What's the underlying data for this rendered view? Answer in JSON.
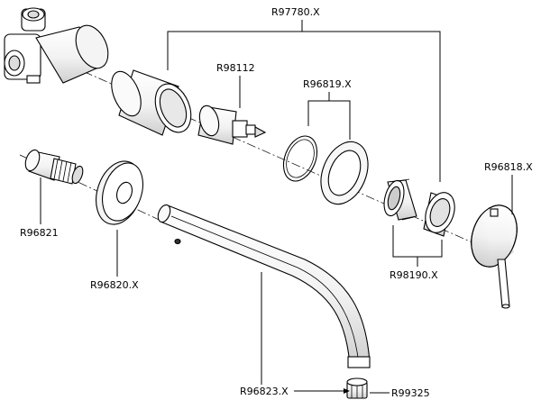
{
  "labels": {
    "r97780": "R97780.X",
    "r98112": "R98112",
    "r96819": "R96819.X",
    "r96818": "R96818.X",
    "r96821": "R96821",
    "r96820": "R96820.X",
    "r98190": "R98190.X",
    "r96823": "R96823.X",
    "r99325": "R99325"
  },
  "parts": [
    {
      "icon": "valve-body-icon"
    },
    {
      "icon": "sleeve-icon"
    },
    {
      "icon": "cartridge-icon"
    },
    {
      "icon": "o-ring-icon"
    },
    {
      "icon": "washer-icon"
    },
    {
      "icon": "nut-icon"
    },
    {
      "icon": "cap-ring-icon"
    },
    {
      "icon": "lever-handle-icon"
    },
    {
      "icon": "connector-icon"
    },
    {
      "icon": "flange-plate-icon"
    },
    {
      "icon": "spout-icon"
    },
    {
      "icon": "aerator-icon"
    }
  ],
  "colors": {
    "line": "#000000",
    "fill": "#ffffff",
    "shade": "#e6e6e6"
  }
}
